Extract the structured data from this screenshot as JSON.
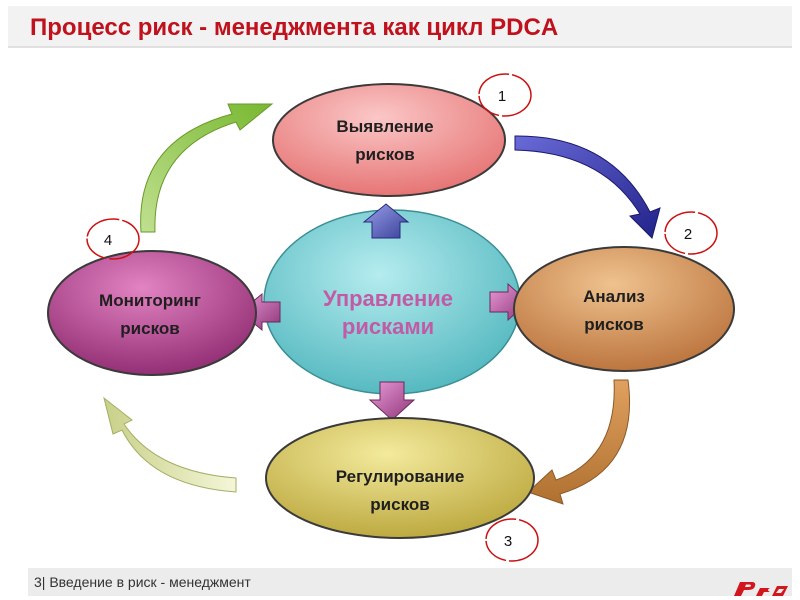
{
  "title": "Процесс риск - менеджмента как цикл PDCA",
  "center": {
    "line1": "Управление",
    "line2": "рисками"
  },
  "nodes": [
    {
      "id": "identification",
      "number": "1",
      "line1": "Выявление",
      "line2": "рисков",
      "color": "#f08a8a"
    },
    {
      "id": "analysis",
      "number": "2",
      "line1": "Анализ",
      "line2": "рисков",
      "color": "#cc8a4c"
    },
    {
      "id": "regulation",
      "number": "3",
      "line1": "Регулирование",
      "line2": "рисков",
      "color": "#cfc15a"
    },
    {
      "id": "monitoring",
      "number": "4",
      "line1": "Мониторинг",
      "line2": "рисков",
      "color": "#b03a8a"
    }
  ],
  "footer": {
    "text": "3| Введение в риск - менеджмент"
  },
  "colors": {
    "title": "#c0121d",
    "center": "#6cc7cc",
    "arrow_identification_to_analysis": "#3a3aa8",
    "arrow_analysis_to_regulation": "#c78a50",
    "arrow_regulation_to_monitoring": "#d8e0a0",
    "arrow_monitoring_to_identification": "#9ccc50",
    "number_circle": "#cc1111"
  },
  "logo": {
    "icon": "rzd-logo-icon"
  }
}
